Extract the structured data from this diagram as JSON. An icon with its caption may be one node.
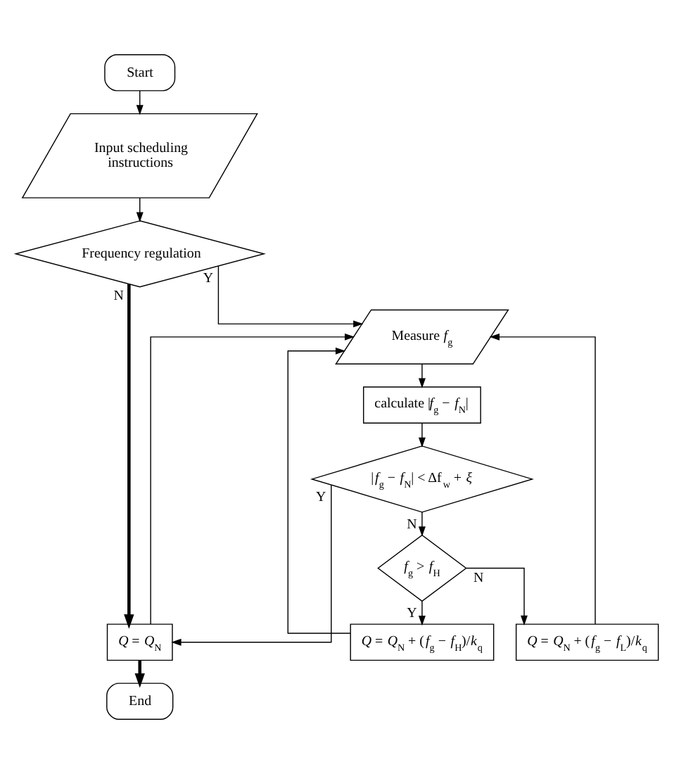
{
  "diagram": {
    "nodes": [
      {
        "text": [
          "Start"
        ]
      },
      {
        "text": [
          "Input scheduling instructions"
        ]
      },
      {
        "text": [
          "Frequency regulation"
        ]
      },
      {
        "text": [
          "Measure *f*$_{g}$"
        ]
      },
      {
        "text": [
          "calculate |*f*$_{g}$ − *f*$_{N}$|"
        ]
      },
      {
        "text": [
          "|*f*$_{g}$ − *f*$_{N}$| < Δf$_{w}$ + *ξ*"
        ]
      },
      {
        "text": [
          "*f*$_{g}$ > *f*$_{H}$"
        ]
      },
      {
        "text": [
          "*Q* = *Q*$_{N}$"
        ]
      },
      {
        "text": [
          "*Q* = *Q*$_{N}$ + (*f*$_{g}$ − *f*$_{H}$)/*k*$_{q}$"
        ]
      },
      {
        "text": [
          "*Q* = *Q*$_{N}$ + (*f*$_{g}$ − *f*$_{L}$)/*k*$_{q}$"
        ]
      },
      {
        "text": [
          "End"
        ]
      }
    ],
    "edges": [
      {
        "from": 0,
        "to": 1,
        "arrow": "to"
      },
      {
        "from": 1,
        "to": 2,
        "arrow": "to"
      },
      {
        "from": 2,
        "to": 3,
        "arrow": "to",
        "label": "Y"
      },
      {
        "from": 2,
        "to": 7,
        "arrow": "to",
        "label": "N",
        "style": "thick"
      },
      {
        "from": 3,
        "to": 4,
        "arrow": "to"
      },
      {
        "from": 4,
        "to": 5,
        "arrow": "to"
      },
      {
        "from": 5,
        "to": 7,
        "arrow": "to",
        "label": "Y"
      },
      {
        "from": 5,
        "to": 6,
        "arrow": "to",
        "label": "N"
      },
      {
        "from": 6,
        "to": 8,
        "arrow": "to",
        "label": "Y"
      },
      {
        "from": 6,
        "to": 9,
        "arrow": "to",
        "label": "N"
      },
      {
        "from": 7,
        "to": 10,
        "arrow": "to",
        "style": "thick"
      },
      {
        "from": 7,
        "to": 3,
        "arrow": "to"
      },
      {
        "from": 8,
        "to": 3,
        "arrow": "to"
      },
      {
        "from": 9,
        "to": 3,
        "arrow": "to"
      }
    ]
  }
}
